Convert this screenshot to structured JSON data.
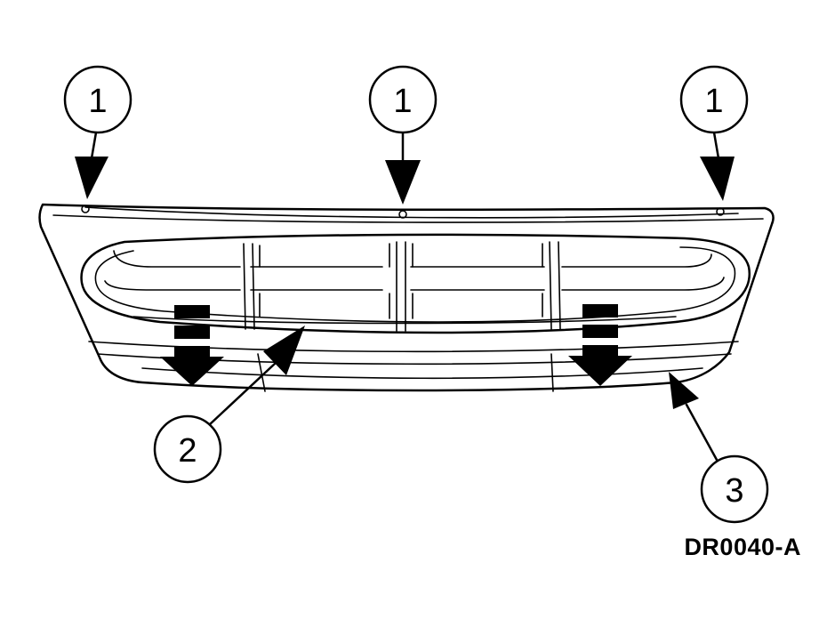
{
  "callouts": {
    "fastener_left": "1",
    "fastener_center": "1",
    "fastener_right": "1",
    "grille": "2",
    "lower_panel": "3"
  },
  "figure_id": "DR0040-A",
  "colors": {
    "line": "#000000",
    "background": "#ffffff"
  }
}
